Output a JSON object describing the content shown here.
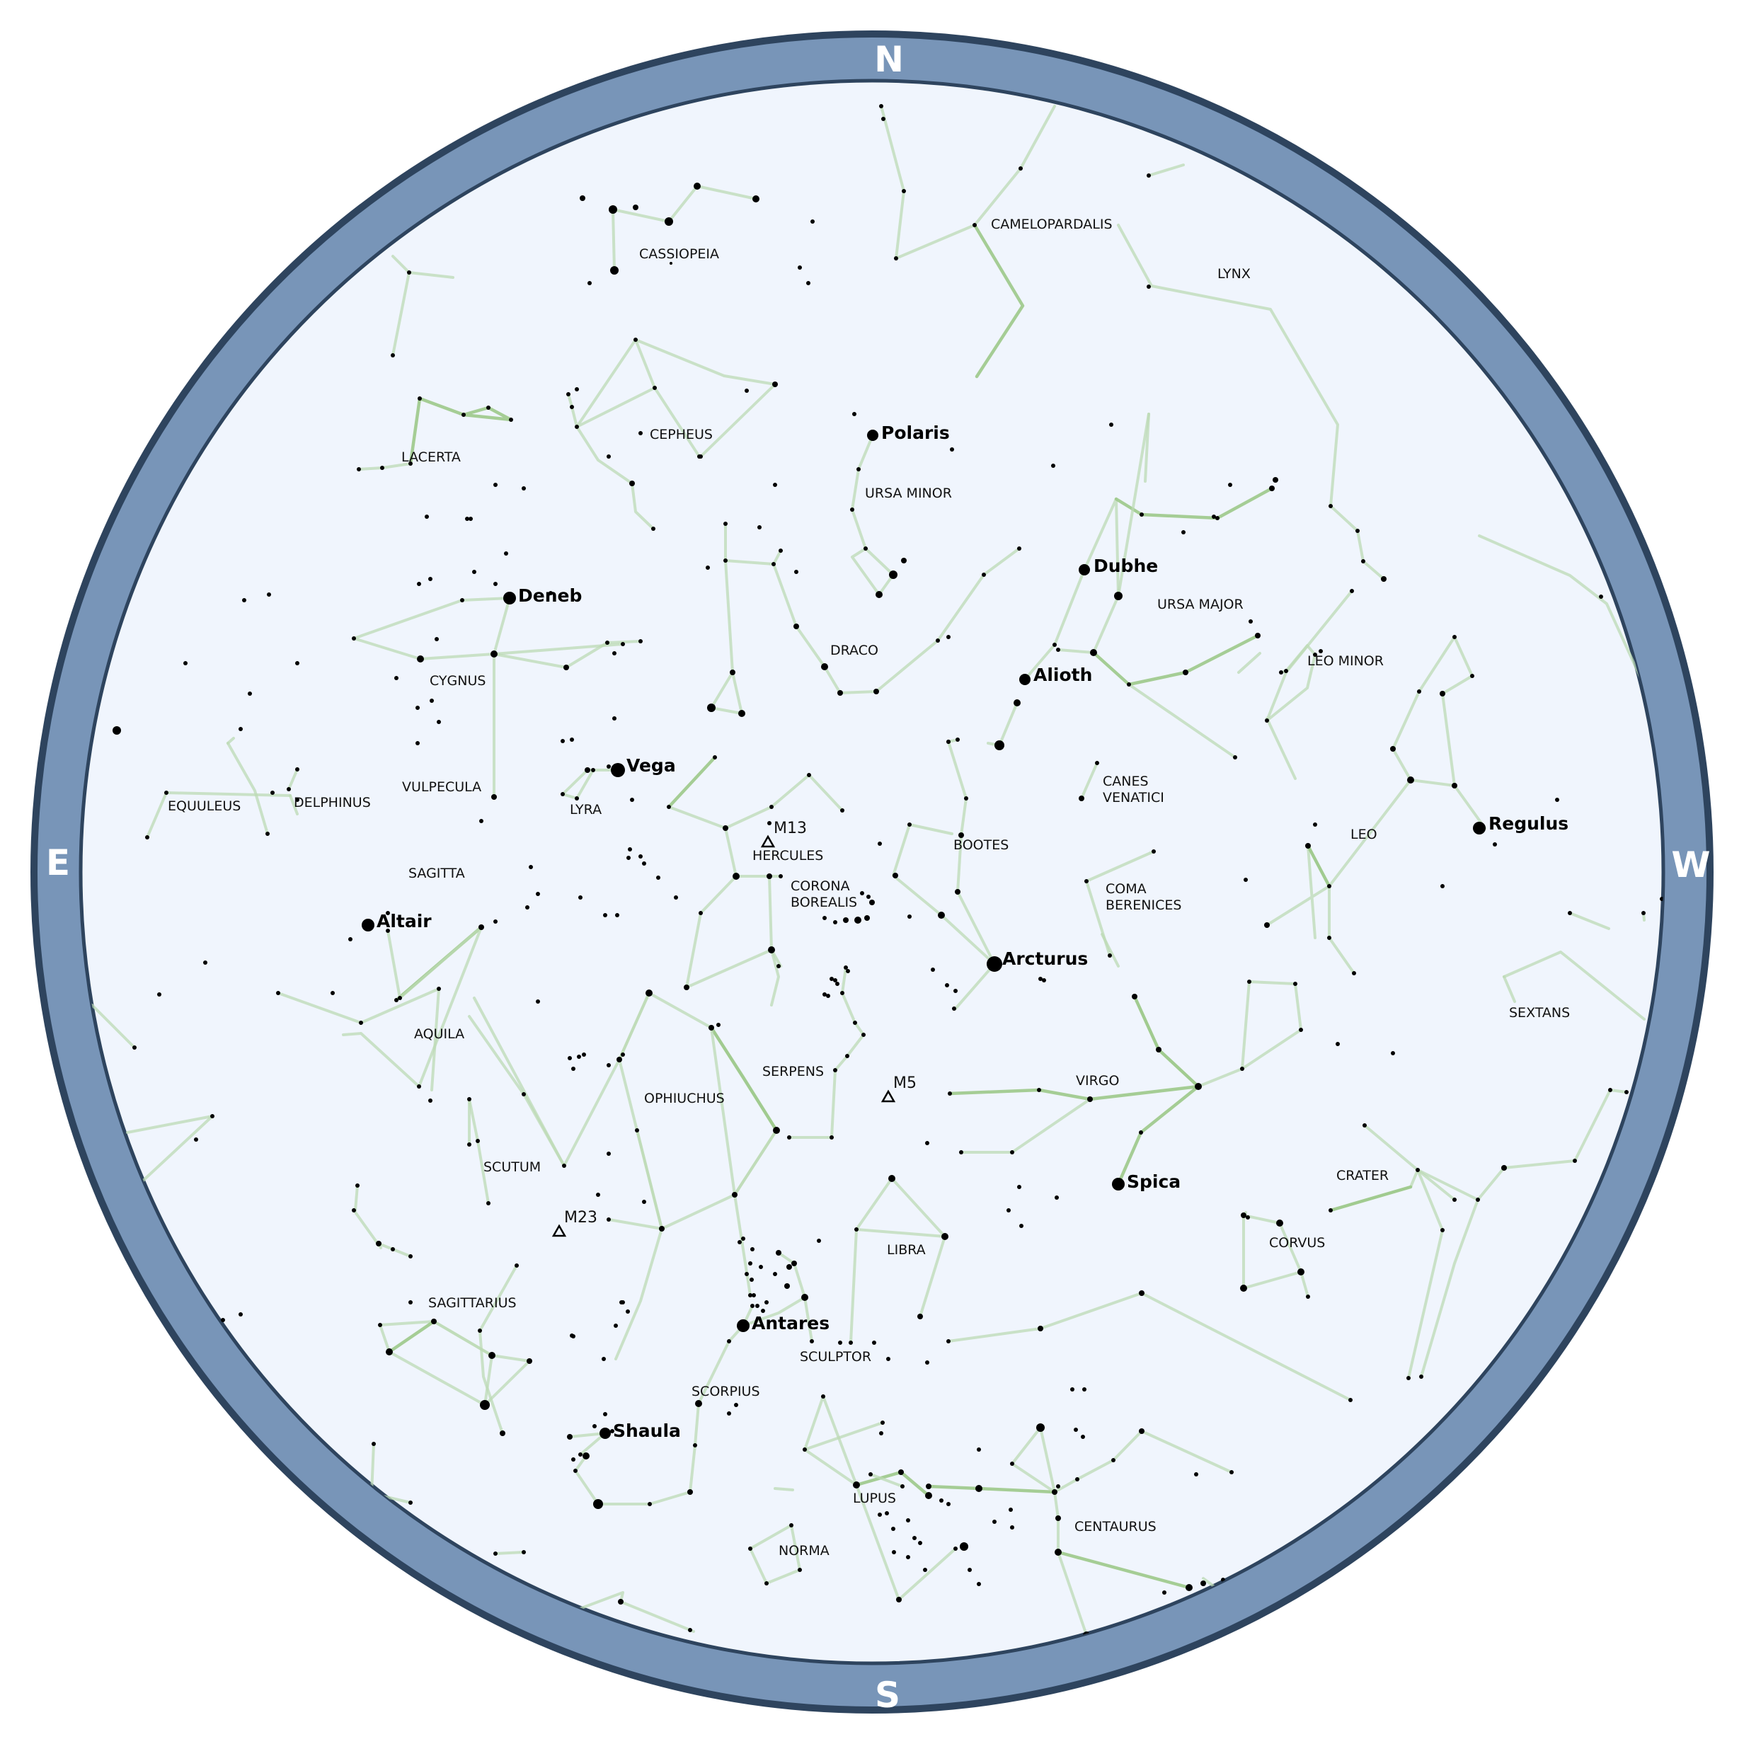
{
  "chart": {
    "title": "",
    "colors": {
      "ring": "#7895b8",
      "ring_edge": "#2e445e",
      "sky": "#f0f5fd",
      "line": "#bcd9b4",
      "line_bright": "#9cc98a",
      "star": "#000000",
      "cardinal_text": "#ffffff"
    },
    "cardinals": {
      "north": "N",
      "south": "S",
      "east": "E",
      "west": "W"
    }
  },
  "constellations": [
    "CASSIOPEIA",
    "CAMELOPARDALIS",
    "LYNX",
    "LACERTA",
    "CEPHEUS",
    "URSA MINOR",
    "CYGNUS",
    "DRACO",
    "URSA MAJOR",
    "LEO MINOR",
    "EQUULEUS",
    "DELPHINUS",
    "VULPECULA",
    "LYRA",
    "HERCULES",
    "CANES VENATICI",
    "BOOTES",
    "LEO",
    "SAGITTA",
    "CORONA BOREALIS",
    "COMA BERENICES",
    "AQUILA",
    "SEXTANS",
    "SERPENS",
    "VIRGO",
    "OPHIUCHUS",
    "SCUTUM",
    "CRATER",
    "LIBRA",
    "CORVUS",
    "SAGITTARIUS",
    "SCULPTOR",
    "SCORPIUS",
    "LUPUS",
    "CENTAURUS",
    "NORMA"
  ],
  "named_stars": [
    "Polaris",
    "Dubhe",
    "Deneb",
    "Alioth",
    "Vega",
    "Regulus",
    "Altair",
    "Arcturus",
    "Spica",
    "Antares",
    "Shaula"
  ],
  "deep_sky": [
    "M13",
    "M5",
    "M23"
  ]
}
